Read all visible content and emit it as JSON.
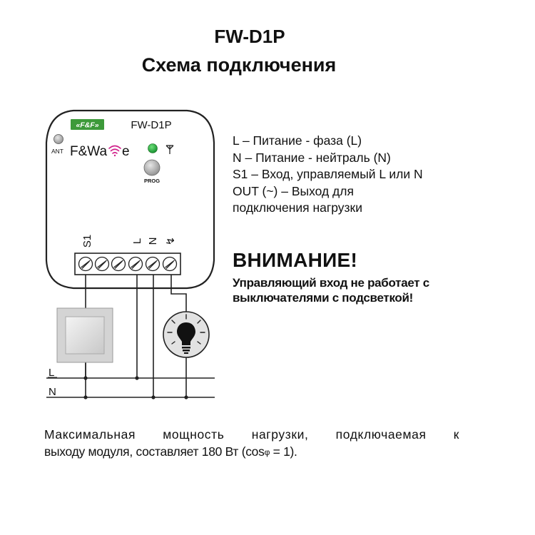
{
  "title": "FW-D1P",
  "subtitle": "Схема подключения",
  "device": {
    "brand_badge": "«F&F»",
    "model": "FW-D1P",
    "ant_label": "ANT",
    "logo_text_left": "F&Wa",
    "logo_text_right": "e",
    "prog_label": "PROG",
    "terminals": {
      "s1": "S1",
      "l": "L",
      "n": "N",
      "out": "↯"
    }
  },
  "bus": {
    "l_label": "L",
    "n_label": "N"
  },
  "legend": [
    "L – Питание - фаза (L)",
    "N – Питание - нейтраль (N)",
    "S1 – Вход, управляемый L или N",
    "OUT (~) – Выход для",
    "подключения нагрузки"
  ],
  "warning": {
    "title": "ВНИМАНИЕ!",
    "lines": [
      "Управляющий вход не работает с",
      "выключателями с подсветкой!"
    ]
  },
  "footer": {
    "line1": "Максимальная мощность нагрузки, подключаемая к",
    "line2_before": "выходу модуля, составляет 180 Вт (cos",
    "phi": "φ",
    "line2_after": " = 1)."
  },
  "colors": {
    "brand_green": "#3d9a3a",
    "led_green": "#1fa33a",
    "wifi_magenta": "#d0208a",
    "line": "#222222"
  }
}
